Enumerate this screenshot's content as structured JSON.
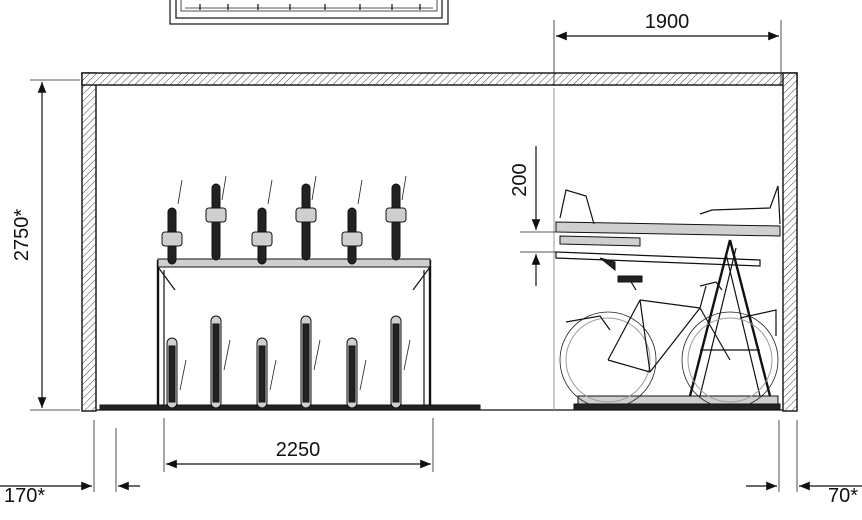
{
  "dimensions": {
    "room_height": "2750*",
    "rack_depth": "1900",
    "tier_gap": "200",
    "rack_length": "2250",
    "left_clearance": "170*",
    "right_clearance": "70*"
  }
}
